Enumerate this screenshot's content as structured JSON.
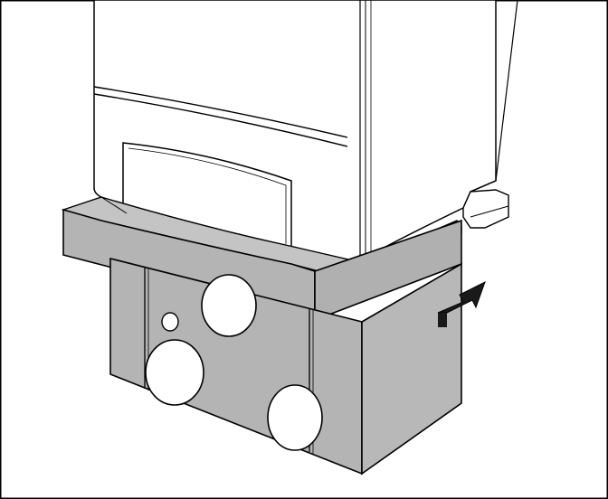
{
  "figure": {
    "subject": "appliance-mounting-base-installation",
    "colors": {
      "base_fill": "#b4b4b4",
      "base_top": "#c8c8c8",
      "appliance_fill": "#ffffff",
      "line": "#000000",
      "arrow": "#1a1a1a"
    },
    "parts": {
      "appliance": "wall-hung-appliance-housing",
      "frame": "mounting-frame-rim",
      "base": "installation-base-box",
      "openings": [
        "cutout-top",
        "cutout-small",
        "cutout-left-lower",
        "cutout-right-lower"
      ],
      "indicator": "push-direction-arrow"
    }
  }
}
